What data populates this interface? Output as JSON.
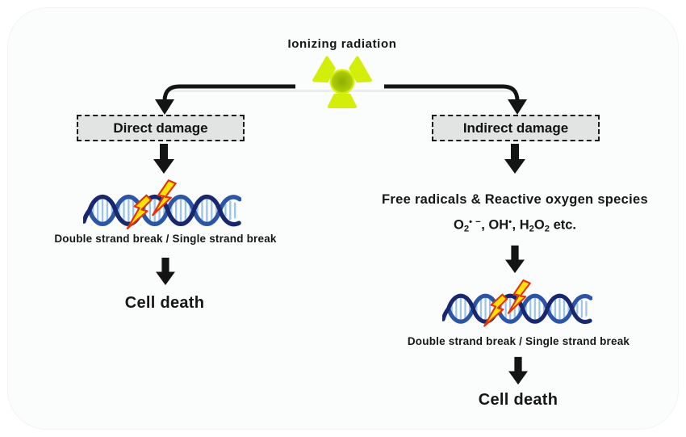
{
  "title": "Ionizing radiation",
  "left": {
    "box": "Direct damage",
    "caption": "Double strand break / Single strand break",
    "outcome": "Cell death"
  },
  "right": {
    "box": "Indirect damage",
    "ros_title": "Free radicals & Reactive oxygen species",
    "formula": {
      "o": "O",
      "o_sub": "2",
      "o_sup": "• −",
      "sep1": ", ",
      "oh": "OH",
      "oh_sup": "•",
      "sep2": ", ",
      "h": "H",
      "h_sub": "2",
      "o2": "O",
      "o2_sub": "2",
      "etc": " etc."
    },
    "caption": "Double strand break / Single strand break",
    "outcome": "Cell death"
  },
  "icons": {
    "radiation_symbol": "radiation-trefoil-icon",
    "dna": "dna-double-helix-icon",
    "bolt": "lightning-bolt-icon",
    "arrow": "down-arrow"
  },
  "colors": {
    "arrow_black": "#141414",
    "box_fill": "#e2e4e4",
    "radiation_yellow_green": "#cdea0b",
    "radiation_center_dark": "#94b303",
    "dna_dark_blue": "#19276f",
    "dna_mid_blue": "#2d55a5",
    "dna_rung_blue": "#9fc4e8",
    "bolt_yellow": "#ffe20a",
    "bolt_outline_red": "#e63000"
  }
}
